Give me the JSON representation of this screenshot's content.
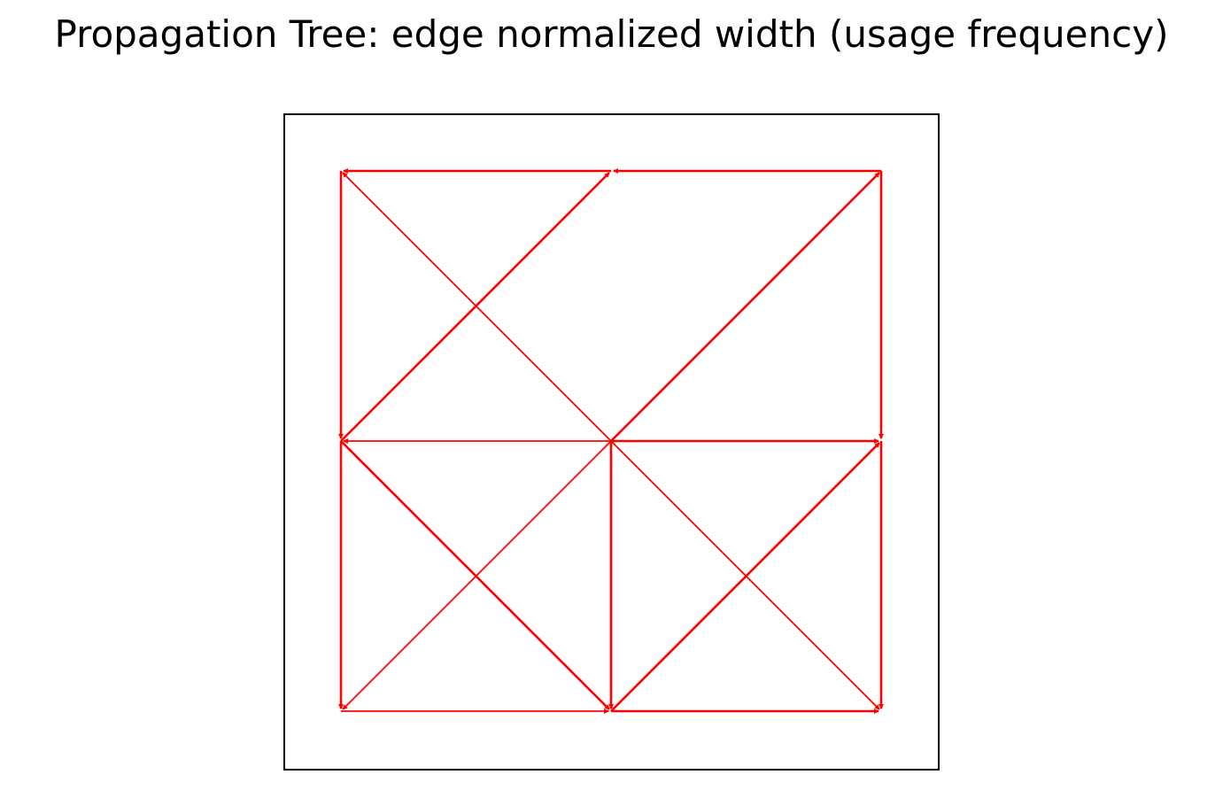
{
  "title": "Propagation Tree: edge normalized width (usage frequency)",
  "colors": {
    "edge": "#ff0000",
    "frame": "#000000",
    "background": "#ffffff"
  },
  "graph": {
    "nodes": [
      {
        "id": "n00",
        "col": 0,
        "row": 0
      },
      {
        "id": "n10",
        "col": 1,
        "row": 0
      },
      {
        "id": "n20",
        "col": 2,
        "row": 0
      },
      {
        "id": "n01",
        "col": 0,
        "row": 1
      },
      {
        "id": "n11",
        "col": 1,
        "row": 1
      },
      {
        "id": "n21",
        "col": 2,
        "row": 1
      },
      {
        "id": "n02",
        "col": 0,
        "row": 2
      },
      {
        "id": "n12",
        "col": 1,
        "row": 2
      },
      {
        "id": "n22",
        "col": 2,
        "row": 2
      }
    ],
    "edges": [
      {
        "from": "n10",
        "to": "n00",
        "usage": 1.0
      },
      {
        "from": "n20",
        "to": "n10",
        "usage": 1.0
      },
      {
        "from": "n00",
        "to": "n01",
        "usage": 1.0
      },
      {
        "from": "n01",
        "to": "n10",
        "usage": 1.0
      },
      {
        "from": "n11",
        "to": "n00",
        "usage": 0.4
      },
      {
        "from": "n11",
        "to": "n20",
        "usage": 1.0
      },
      {
        "from": "n20",
        "to": "n21",
        "usage": 1.0
      },
      {
        "from": "n11",
        "to": "n01",
        "usage": 0.4
      },
      {
        "from": "n11",
        "to": "n21",
        "usage": 1.0
      },
      {
        "from": "n01",
        "to": "n02",
        "usage": 1.0
      },
      {
        "from": "n01",
        "to": "n12",
        "usage": 1.0
      },
      {
        "from": "n11",
        "to": "n12",
        "usage": 1.0
      },
      {
        "from": "n11",
        "to": "n02",
        "usage": 0.4
      },
      {
        "from": "n11",
        "to": "n22",
        "usage": 0.4
      },
      {
        "from": "n12",
        "to": "n21",
        "usage": 1.0
      },
      {
        "from": "n21",
        "to": "n22",
        "usage": 1.0
      },
      {
        "from": "n02",
        "to": "n12",
        "usage": 0.4
      },
      {
        "from": "n12",
        "to": "n22",
        "usage": 1.0
      }
    ]
  }
}
